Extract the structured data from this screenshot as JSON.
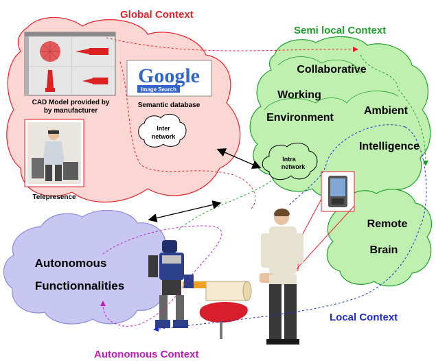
{
  "contexts": {
    "global": {
      "title": "Global Context",
      "color": "#e8202a"
    },
    "semi_local": {
      "title": "Semi local Context",
      "color": "#1ea12c"
    },
    "local": {
      "title": "Local Context",
      "color": "#1c2bd0"
    },
    "autonomous": {
      "title": "Autonomous Context",
      "color": "#c218c2"
    }
  },
  "global_cloud": {
    "cad_caption_line1": "CAD Model provided by",
    "cad_caption_line2": "by manufacturer",
    "google_logo": "Google",
    "google_sublabel": "Image Search",
    "semantic_label": "Semantic database",
    "inter_line1": "Inter",
    "inter_line2": "network",
    "telepresence_label": "Telepresence"
  },
  "semi_cloud": {
    "collaborative": "Collaborative",
    "working": "Working",
    "environment": "Environment",
    "ambient": "Ambient",
    "intelligence": "Intelligence",
    "intra_line1": "Intra",
    "intra_line2": "network"
  },
  "local_cloud": {
    "remote": "Remote",
    "brain": "Brain"
  },
  "autonomous_cloud": {
    "line1": "Autonomous",
    "line2": "Functionnalities"
  },
  "colors": {
    "global_fill": "#fbd6d3",
    "green_fill": "#bff0b0",
    "purple_fill": "#c7c7f2"
  }
}
